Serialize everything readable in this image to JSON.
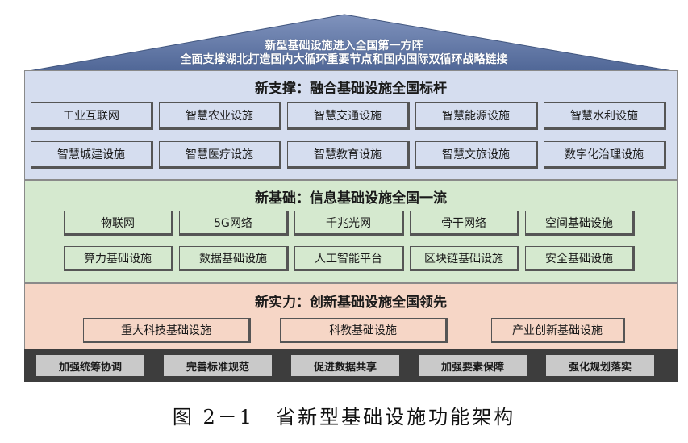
{
  "roof": {
    "line1": "新型基础设施进入全国第一方阵",
    "line2": "全面支撑湖北打造国内大循环重要节点和国内国际双循环战略链接"
  },
  "support_layer": {
    "title": "新支撑：融合基础设施全国标杆",
    "items": [
      "工业互联网",
      "智慧农业设施",
      "智慧交通设施",
      "智慧能源设施",
      "智慧水利设施",
      "智慧城建设施",
      "智慧医疗设施",
      "智慧教育设施",
      "智慧文旅设施",
      "数字化治理设施"
    ]
  },
  "base_layer": {
    "title": "新基础：信息基础设施全国一流",
    "items": [
      "物联网",
      "5G网络",
      "千兆光网",
      "骨干网络",
      "空间基础设施",
      "算力基础设施",
      "数据基础设施",
      "人工智能平台",
      "区块链基础设施",
      "安全基础设施"
    ]
  },
  "power_layer": {
    "title": "新实力：创新基础设施全国领先",
    "items": [
      "重大科技基础设施",
      "科教基础设施",
      "产业创新基础设施"
    ]
  },
  "foundation": {
    "items": [
      "加强统筹协调",
      "完善标准规范",
      "促进数据共享",
      "加强要素保障",
      "强化规划落实"
    ]
  },
  "caption": "图 2－1　省新型基础设施功能架构",
  "colors": {
    "roof": "#5b73a3",
    "support": "#d5ddef",
    "base": "#d5e9cf",
    "power": "#f6d6c6",
    "foundation": "#3d3d3d"
  }
}
